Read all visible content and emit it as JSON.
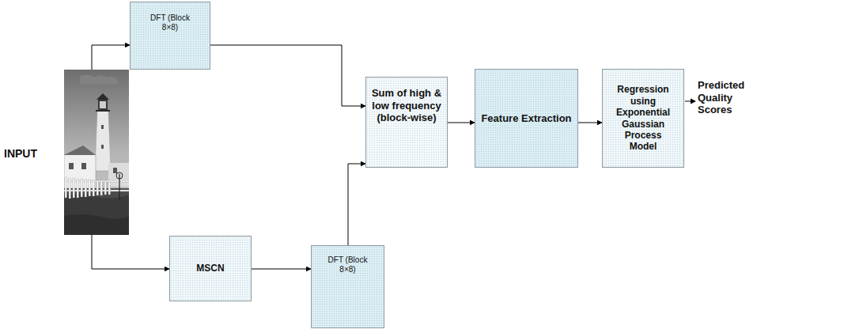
{
  "diagram": {
    "nodes": [
      {
        "text": [
          "INPUT"
        ]
      },
      {
        "text": [
          "DFT (Block 8×8)"
        ]
      },
      {
        "text": [
          "MSCN"
        ]
      },
      {
        "text": [
          "DFT (Block 8×8)"
        ]
      },
      {
        "text": [
          "Sum of high & low frequency (block-wise)"
        ]
      },
      {
        "text": [
          "Feature Extraction"
        ]
      },
      {
        "text": [
          "Regression using Exponential Gaussian Process Model"
        ]
      }
    ],
    "edges": [
      {
        "from": 0,
        "to": 1,
        "arrow": "to"
      },
      {
        "from": 0,
        "to": 2,
        "arrow": "to"
      },
      {
        "from": 2,
        "to": 3,
        "arrow": "to"
      },
      {
        "from": 1,
        "to": 4,
        "arrow": "to"
      },
      {
        "from": 3,
        "to": 4,
        "arrow": "to"
      },
      {
        "from": 4,
        "to": 5,
        "arrow": "to"
      },
      {
        "from": 5,
        "to": 6,
        "arrow": "to"
      }
    ],
    "labels": [
      "Predicted Quality Scores"
    ]
  }
}
